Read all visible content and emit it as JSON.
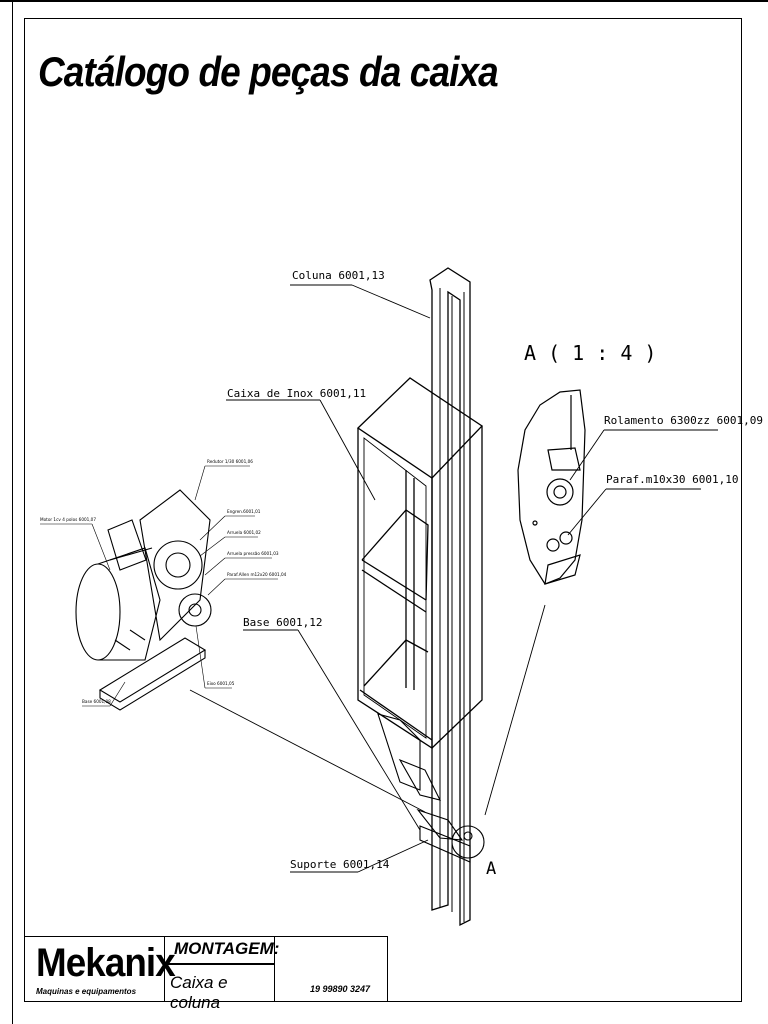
{
  "page": {
    "title": "Catálogo de peças da caixa"
  },
  "labels": {
    "coluna": "Coluna 6001,13",
    "caixa": "Caixa de Inox 6001,11",
    "base": "Base 6001,12",
    "suporte": "Suporte 6001,14",
    "detail_view": "A ( 1 : 4 )",
    "rolamento": "Rolamento 6300zz 6001,09",
    "parafuso": "Paraf.m10x30 6001,10",
    "detail_marker": "A"
  },
  "motor_labels": {
    "motor": "Motor 1cv 4 polos 6001,07",
    "redutor": "Redutor 1/30 6001,06",
    "engrenagem": "Engren.6001,01",
    "arruela": "Arruela 6001,02",
    "arruela_pressao": "Arruela pressão 6001,03",
    "parafuso_allen": "Paraf.Allen m12x20 6001,04",
    "eixo": "Eixo 6001,05",
    "base_motor": "Base 6001,08"
  },
  "title_block": {
    "brand": "Mekanix",
    "brand_sub": "Maquinas e equipamentos",
    "heading": "MONTAGEM:",
    "subheading": "Caixa e coluna",
    "phone": "19 99890 3247"
  }
}
